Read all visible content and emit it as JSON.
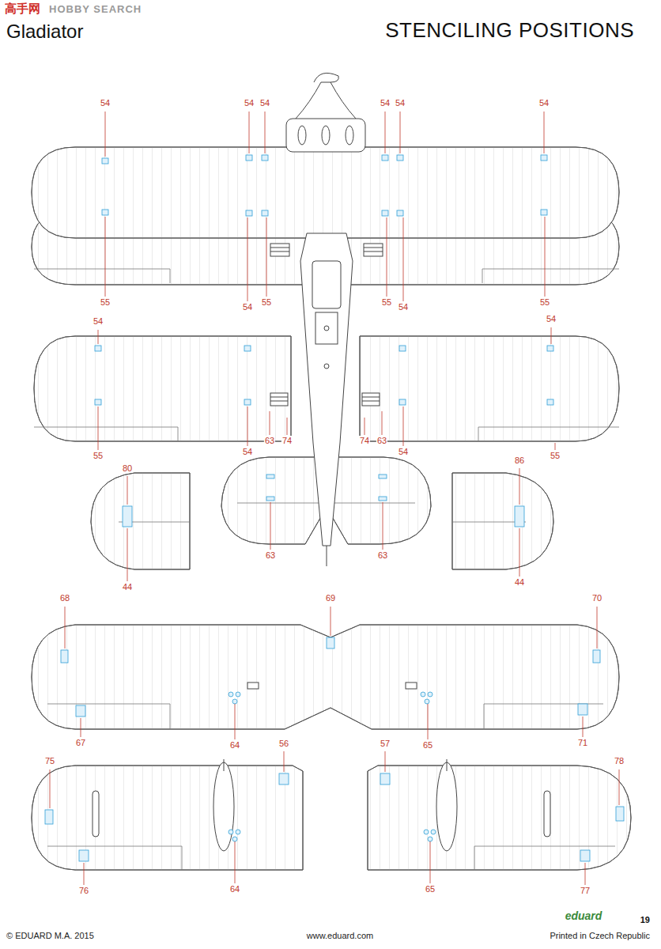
{
  "diagram": {
    "title": "STENCILING POSITIONS",
    "labels": [
      "高手网",
      "HOBBY SEARCH",
      "Gladiator",
      "54",
      "54",
      "54",
      "54",
      "54",
      "54",
      "55",
      "54",
      "55",
      "55",
      "54",
      "55",
      "54",
      "54",
      "55",
      "54",
      "63",
      "74",
      "74",
      "63",
      "54",
      "55",
      "80",
      "86",
      "63",
      "63",
      "44",
      "44",
      "68",
      "69",
      "70",
      "67",
      "64",
      "65",
      "71",
      "75",
      "56",
      "57",
      "78",
      "76",
      "64",
      "65",
      "77",
      "© EDUARD M.A. 2015",
      "www.eduard.com",
      "Printed in Czech Republic",
      "eduard",
      "19"
    ]
  }
}
